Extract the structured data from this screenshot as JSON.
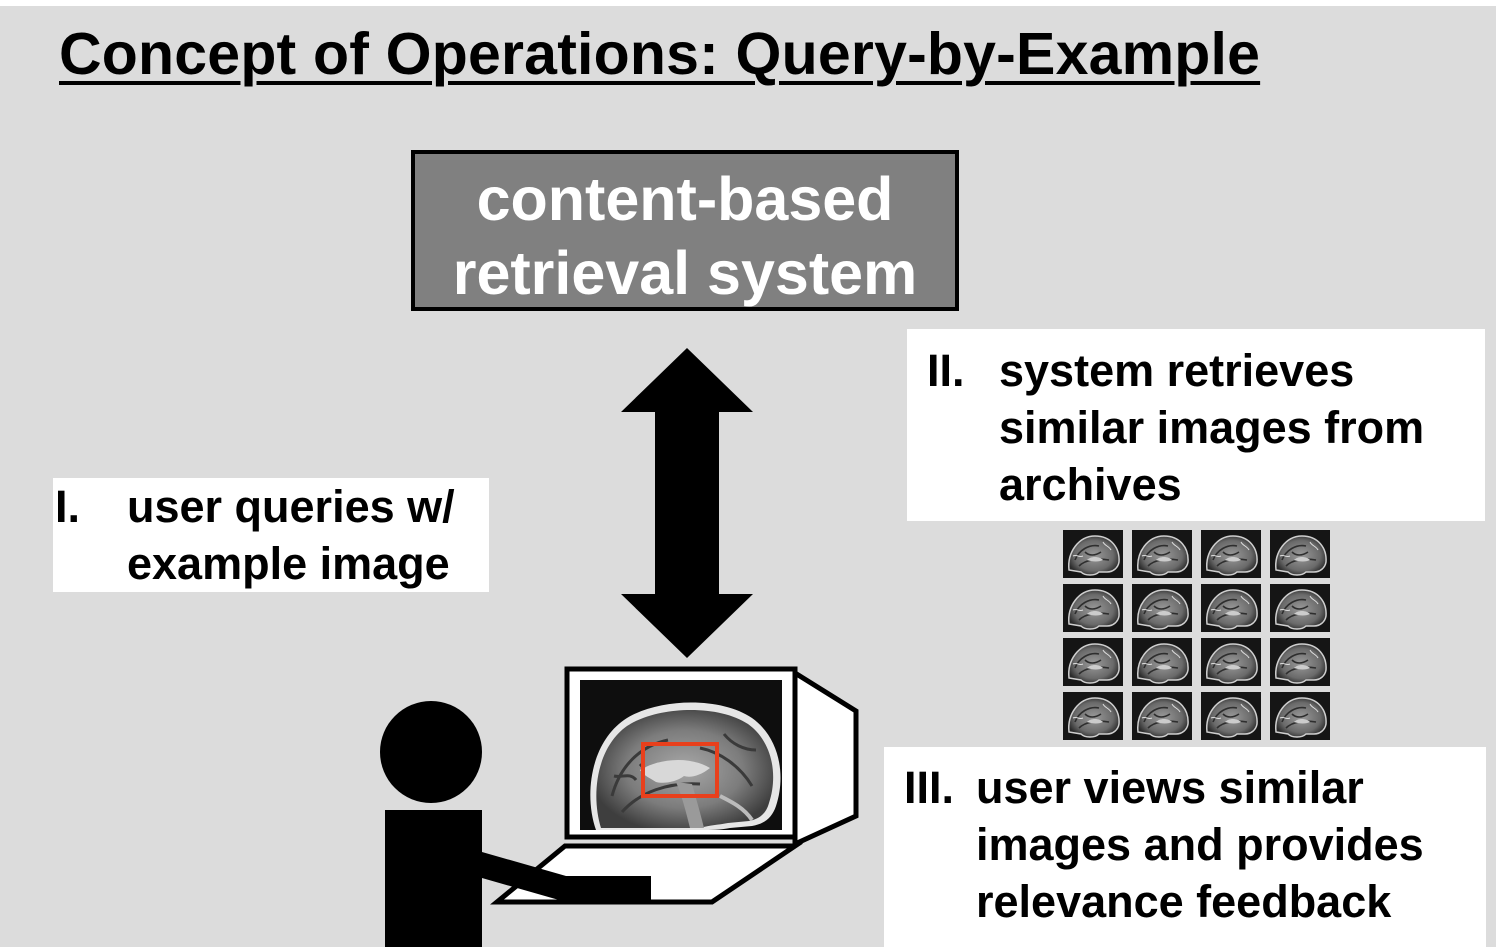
{
  "slide": {
    "title": "Concept of Operations: Query-by-Example",
    "system_box": {
      "line1": "content-based",
      "line2": "retrieval system"
    },
    "steps": [
      {
        "numeral": "I.",
        "lines": [
          "user queries w/",
          "example image"
        ]
      },
      {
        "numeral": "II.",
        "lines": [
          "system retrieves",
          "similar images from",
          "archives"
        ]
      },
      {
        "numeral": "III.",
        "lines": [
          "user views similar",
          "images and provides",
          "relevance feedback"
        ]
      }
    ],
    "thumbnail_grid": {
      "rows": 4,
      "columns": 4
    },
    "colors": {
      "background": "#dcdcdc",
      "system_box": "#808080",
      "selection_box": "#e8401c",
      "ink": "#000000"
    },
    "icons": [
      "bidirectional-arrow-icon",
      "user-figure-icon",
      "computer-monitor-icon",
      "brain-mri-icon"
    ]
  }
}
